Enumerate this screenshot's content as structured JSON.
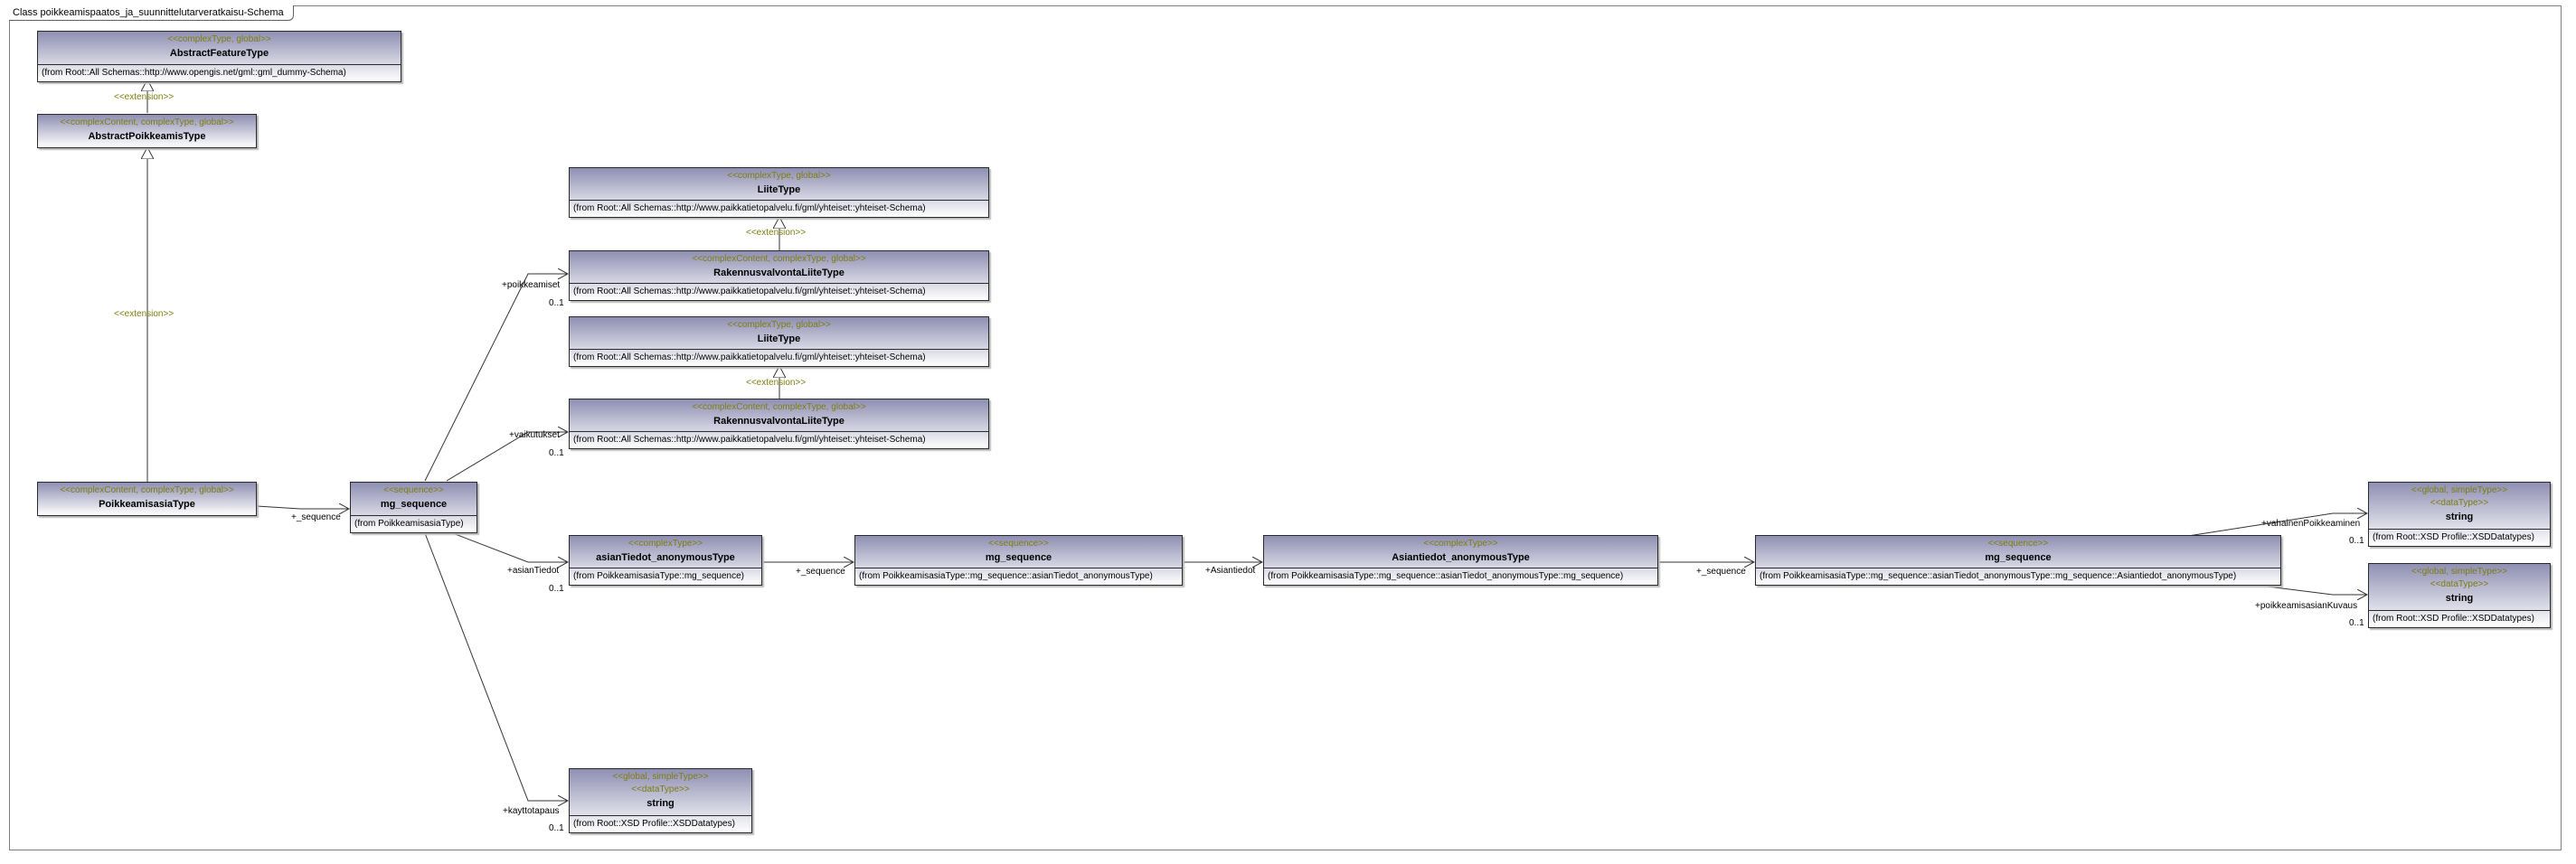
{
  "diagram": {
    "title": "Class poikkeamispaatos_ja_suunnittelutarveratkaisu-Schema",
    "classes": {
      "abstract_feature": {
        "stereotypes": [
          "<<complexType, global>>"
        ],
        "name": "AbstractFeatureType",
        "from": "(from Root::All Schemas::http://www.opengis.net/gml::gml_dummy-Schema)"
      },
      "abstract_poikkeamis": {
        "stereotypes": [
          "<<complexContent, complexType, global>>"
        ],
        "name": "AbstractPoikkeamisType"
      },
      "poikkeamisasia": {
        "stereotypes": [
          "<<complexContent, complexType, global>>"
        ],
        "name": "PoikkeamisasiaType"
      },
      "mg_sequence_1": {
        "stereotypes": [
          "<<sequence>>"
        ],
        "name": "mg_sequence",
        "from": "(from PoikkeamisasiaType)"
      },
      "liite_1": {
        "stereotypes": [
          "<<complexType, global>>"
        ],
        "name": "LiiteType",
        "from": "(from Root::All Schemas::http://www.paikkatietopalvelu.fi/gml/yhteiset::yhteiset-Schema)"
      },
      "rakennus_1": {
        "stereotypes": [
          "<<complexContent, complexType, global>>"
        ],
        "name": "RakennusvalvontaLiiteType",
        "from": "(from Root::All Schemas::http://www.paikkatietopalvelu.fi/gml/yhteiset::yhteiset-Schema)"
      },
      "liite_2": {
        "stereotypes": [
          "<<complexType, global>>"
        ],
        "name": "LiiteType",
        "from": "(from Root::All Schemas::http://www.paikkatietopalvelu.fi/gml/yhteiset::yhteiset-Schema)"
      },
      "rakennus_2": {
        "stereotypes": [
          "<<complexContent, complexType, global>>"
        ],
        "name": "RakennusvalvontaLiiteType",
        "from": "(from Root::All Schemas::http://www.paikkatietopalvelu.fi/gml/yhteiset::yhteiset-Schema)"
      },
      "asiantiedot_anon": {
        "stereotypes": [
          "<<complexType>>"
        ],
        "name": "asianTiedot_anonymousType",
        "from": "(from PoikkeamisasiaType::mg_sequence)"
      },
      "mg_sequence_2": {
        "stereotypes": [
          "<<sequence>>"
        ],
        "name": "mg_sequence",
        "from": "(from PoikkeamisasiaType::mg_sequence::asianTiedot_anonymousType)"
      },
      "Asiantiedot_anon": {
        "stereotypes": [
          "<<complexType>>"
        ],
        "name": "Asiantiedot_anonymousType",
        "from": "(from PoikkeamisasiaType::mg_sequence::asianTiedot_anonymousType::mg_sequence)"
      },
      "mg_sequence_3": {
        "stereotypes": [
          "<<sequence>>"
        ],
        "name": "mg_sequence",
        "from": "(from PoikkeamisasiaType::mg_sequence::asianTiedot_anonymousType::mg_sequence::Asiantiedot_anonymousType)"
      },
      "string_1": {
        "stereotypes": [
          "<<global, simpleType>>",
          "<<dataType>>"
        ],
        "name": "string",
        "from": "(from Root::XSD Profile::XSDDatatypes)"
      },
      "string_2": {
        "stereotypes": [
          "<<global, simpleType>>",
          "<<dataType>>"
        ],
        "name": "string",
        "from": "(from Root::XSD Profile::XSDDatatypes)"
      },
      "string_3": {
        "stereotypes": [
          "<<global, simpleType>>",
          "<<dataType>>"
        ],
        "name": "string",
        "from": "(from Root::XSD Profile::XSDDatatypes)"
      }
    },
    "labels": {
      "extension_1": "<<extension>>",
      "extension_2": "<<extension>>",
      "extension_3": "<<extension>>",
      "extension_4": "<<extension>>",
      "seq_role_1": "+_sequence",
      "poikkeamiset": "+poikkeamiset",
      "poikkeamiset_mult": "0..1",
      "vaikutukset": "+vaikutukset",
      "vaikutukset_mult": "0..1",
      "asianTiedot": "+asianTiedot",
      "asianTiedot_mult": "0..1",
      "kayttotapaus": "+kayttotapaus",
      "kayttotapaus_mult": "0..1",
      "seq_role_2": "+_sequence",
      "Asiantiedot": "+Asiantiedot",
      "seq_role_3": "+_sequence",
      "vahainen": "+vahainenPoikkeaminen",
      "vahainen_mult": "0..1",
      "kuvaus": "+poikkeamisasianKuvaus",
      "kuvaus_mult": "0..1"
    }
  }
}
